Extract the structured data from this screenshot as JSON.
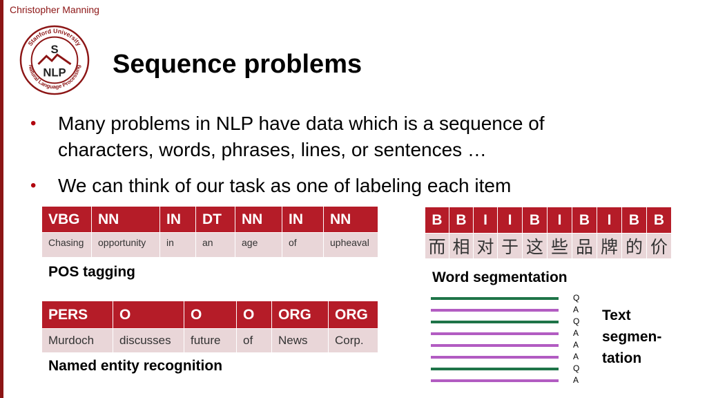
{
  "header": {
    "author": "Christopher Manning",
    "title": "Sequence problems"
  },
  "logo": {
    "alt": "Stanford University Natural Language Processing logo",
    "letters": [
      "S",
      "NLP"
    ],
    "ring_text": "Stanford University · Natural Language Processing"
  },
  "bullets": [
    "Many problems in NLP have data which is a sequence of characters, words, phrases, lines, or sentences …",
    "We can think of our task as one of labeling each item"
  ],
  "pos_table": {
    "tags": [
      "VBG",
      "NN",
      "IN",
      "DT",
      "NN",
      "IN",
      "NN"
    ],
    "words": [
      "Chasing",
      "opportunity",
      "in",
      "an",
      "age",
      "of",
      "upheaval"
    ],
    "caption": "POS tagging"
  },
  "seg_table": {
    "tags": [
      "B",
      "B",
      "I",
      "I",
      "B",
      "I",
      "B",
      "I",
      "B",
      "B"
    ],
    "chars": [
      "而",
      "相",
      "对",
      "于",
      "这",
      "些",
      "品",
      "牌",
      "的",
      "价"
    ],
    "caption": "Word segmentation"
  },
  "ner_table": {
    "tags": [
      "PERS",
      "O",
      "O",
      "O",
      "ORG",
      "ORG"
    ],
    "words": [
      "Murdoch",
      "discusses",
      "future",
      "of",
      "News",
      "Corp."
    ],
    "caption": "Named entity recognition"
  },
  "text_seg": {
    "labels": [
      "Q",
      "A",
      "Q",
      "A",
      "A",
      "A",
      "Q",
      "A"
    ],
    "caption_lines": [
      "Text",
      "segmen-",
      "tation"
    ]
  },
  "colors": {
    "accent": "#8c1515",
    "header_cell": "#b51c28",
    "body_cell": "#e9d6d8",
    "q_line": "#1e7448",
    "a_line": "#b25cc2"
  }
}
